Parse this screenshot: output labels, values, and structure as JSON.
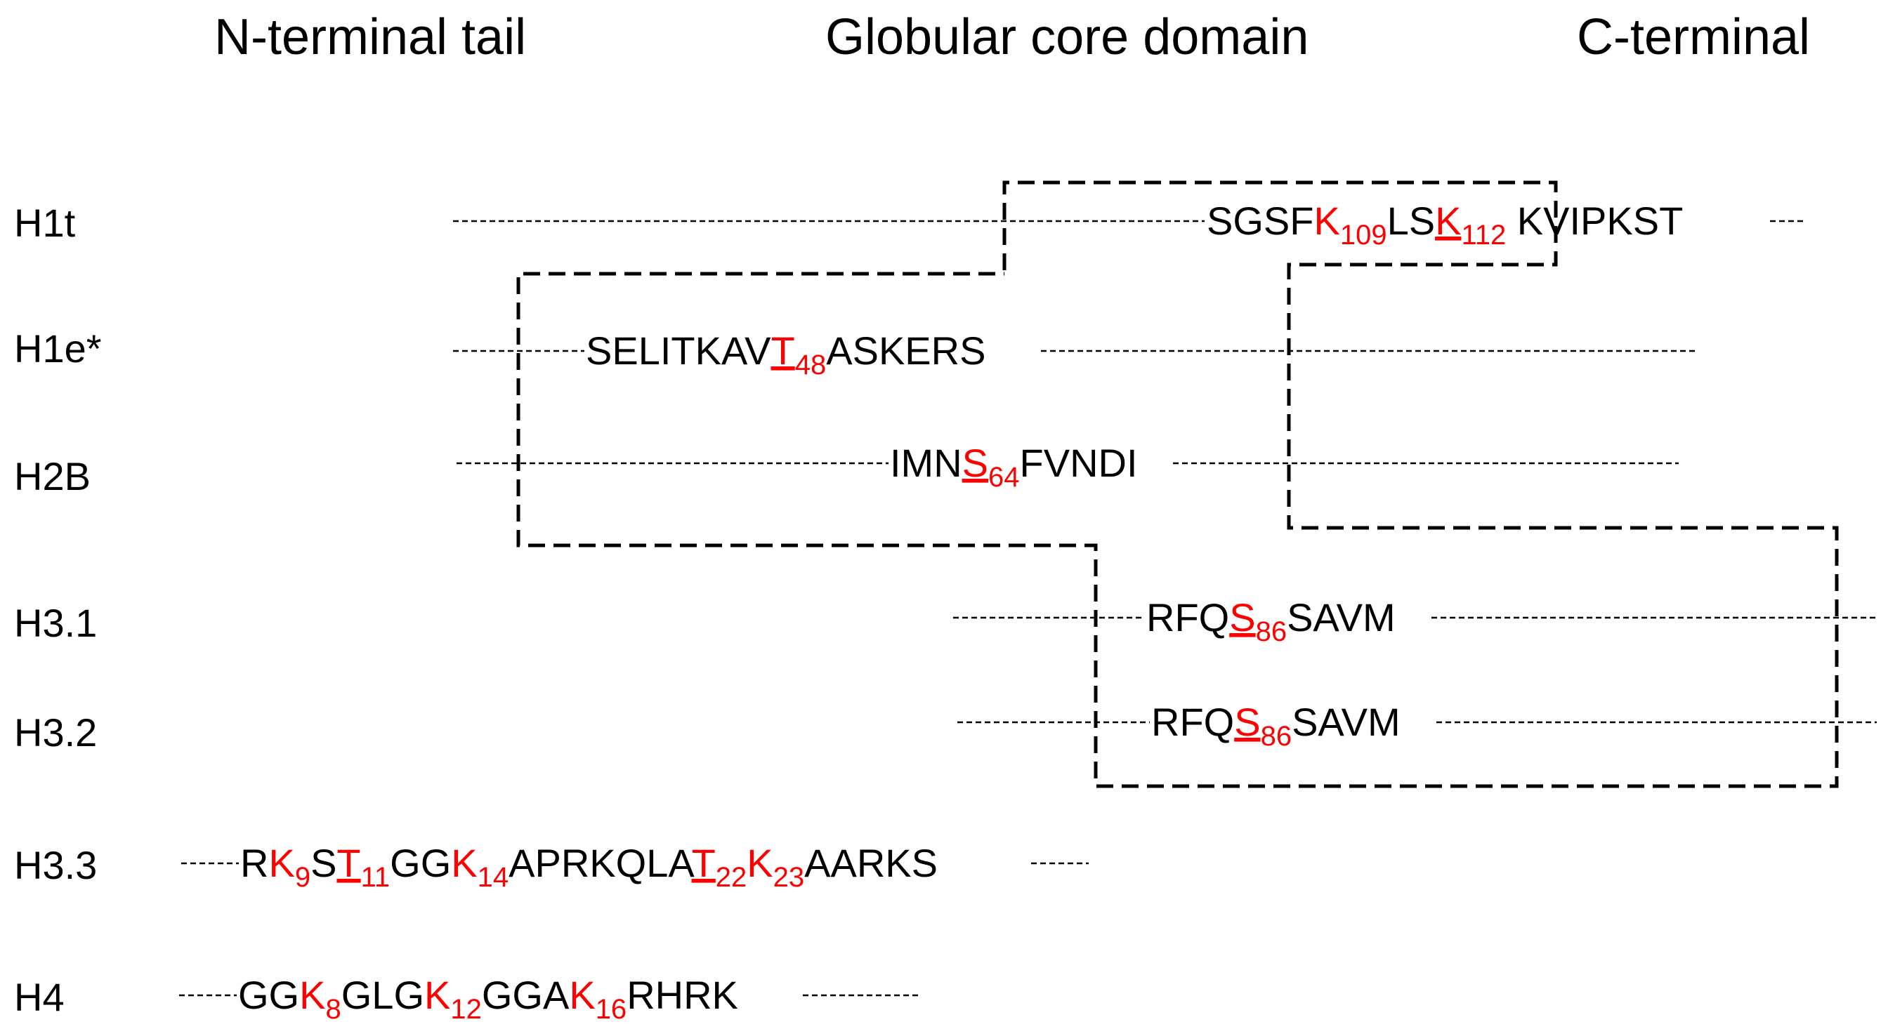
{
  "headers": {
    "n_terminal": "N-terminal tail",
    "globular": "Globular core domain",
    "c_terminal": "C-terminal"
  },
  "rows": [
    {
      "id": "h1t",
      "label": "H1t",
      "segments": [
        {
          "t": "SGSF"
        },
        {
          "t": "K",
          "sub": "109",
          "mod": true
        },
        {
          "t": "LS"
        },
        {
          "t": "K",
          "sub": "112",
          "mod": true,
          "ul": true
        },
        {
          "t": " KVIPKST"
        }
      ]
    },
    {
      "id": "h1e",
      "label": "H1e*",
      "segments": [
        {
          "t": "SELITKAV"
        },
        {
          "t": "T",
          "sub": "48",
          "mod": true,
          "ul": true
        },
        {
          "t": "ASKERS"
        }
      ]
    },
    {
      "id": "h2b",
      "label": "H2B",
      "segments": [
        {
          "t": "IMN"
        },
        {
          "t": "S",
          "sub": "64",
          "mod": true,
          "ul": true
        },
        {
          "t": "FVNDI"
        }
      ]
    },
    {
      "id": "h3-1",
      "label": "H3.1",
      "segments": [
        {
          "t": "RFQ"
        },
        {
          "t": "S",
          "sub": "86",
          "mod": true,
          "ul": true
        },
        {
          "t": "SAVM"
        }
      ]
    },
    {
      "id": "h3-2",
      "label": "H3.2",
      "segments": [
        {
          "t": "RFQ"
        },
        {
          "t": "S",
          "sub": "86",
          "mod": true,
          "ul": true
        },
        {
          "t": "SAVM"
        }
      ]
    },
    {
      "id": "h3-3",
      "label": "H3.3",
      "segments": [
        {
          "t": "R"
        },
        {
          "t": "K",
          "sub": "9",
          "mod": true
        },
        {
          "t": "S"
        },
        {
          "t": "T",
          "sub": "11",
          "mod": true,
          "ul": true
        },
        {
          "t": "GG"
        },
        {
          "t": "K",
          "sub": "14",
          "mod": true
        },
        {
          "t": "APRKQLA"
        },
        {
          "t": "T",
          "sub": "22",
          "mod": true,
          "ul": true
        },
        {
          "t": "K",
          "sub": "23",
          "mod": true
        },
        {
          "t": "AARKS"
        }
      ]
    },
    {
      "id": "h4",
      "label": "H4",
      "segments": [
        {
          "t": "GG"
        },
        {
          "t": "K",
          "sub": "8",
          "mod": true
        },
        {
          "t": "GLG"
        },
        {
          "t": "K",
          "sub": "12",
          "mod": true
        },
        {
          "t": "GGA"
        },
        {
          "t": "K",
          "sub": "16",
          "mod": true
        },
        {
          "t": "RHRK"
        }
      ]
    }
  ],
  "colors": {
    "modified_residue": "#ff0000",
    "text": "#000000"
  }
}
